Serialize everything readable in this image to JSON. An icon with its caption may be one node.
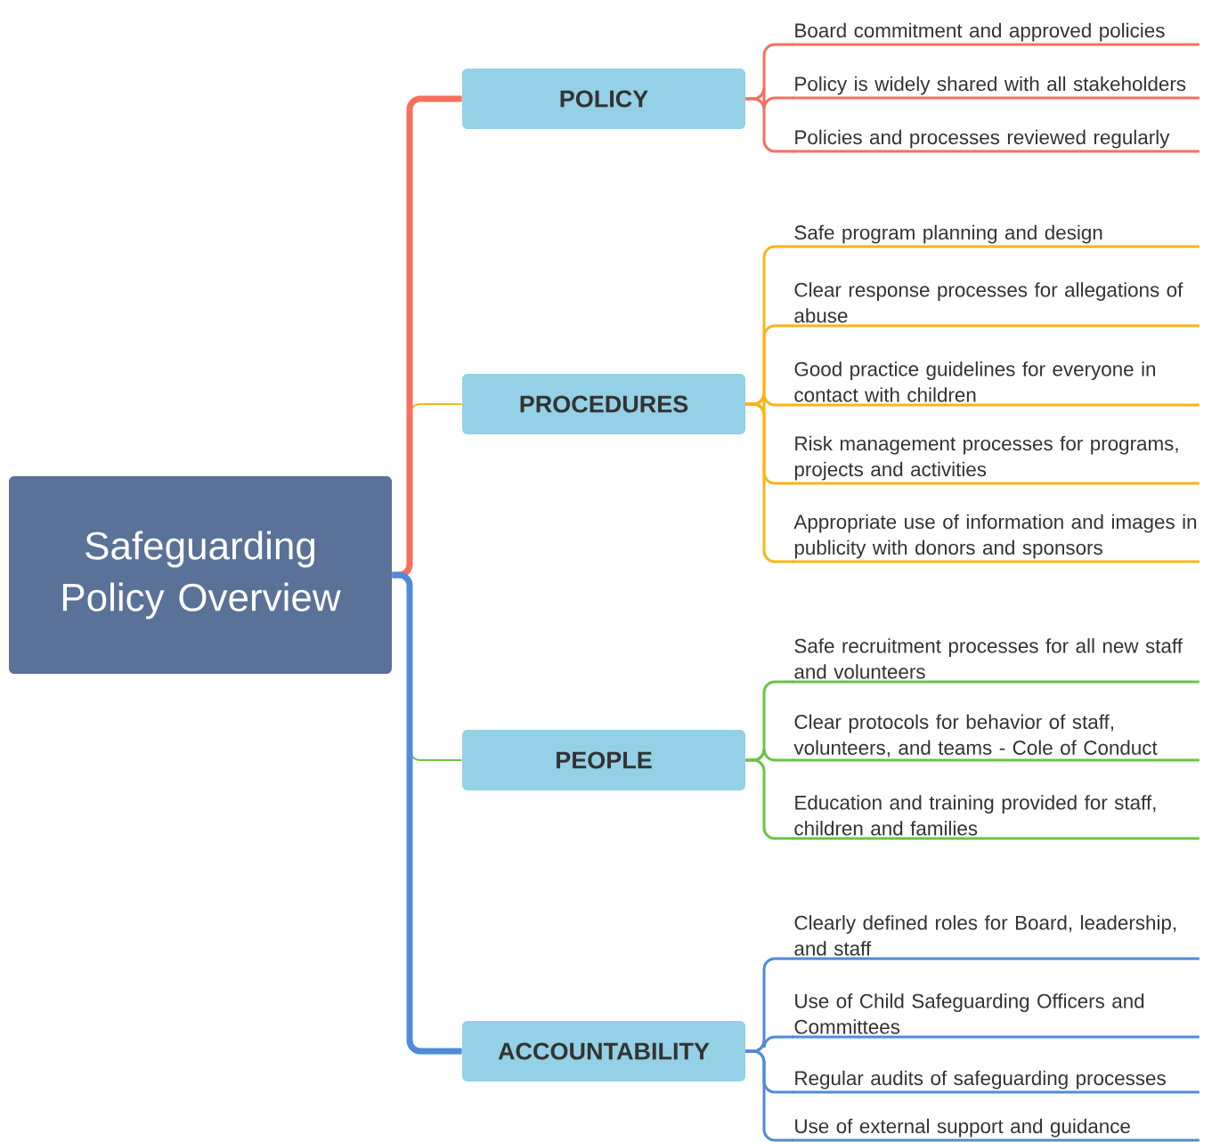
{
  "diagram": {
    "nodes": [
      {
        "text": [
          "Safeguarding Policy Overview"
        ]
      },
      {
        "text": [
          "POLICY"
        ]
      },
      {
        "text": [
          "Board commitment and approved policies"
        ]
      },
      {
        "text": [
          "Policy is widely shared with all stakeholders"
        ]
      },
      {
        "text": [
          "Policies and processes reviewed regularly"
        ]
      },
      {
        "text": [
          "PROCEDURES"
        ]
      },
      {
        "text": [
          "Safe program planning and design"
        ]
      },
      {
        "text": [
          "Clear response processes for allegations of abuse"
        ]
      },
      {
        "text": [
          "Good practice guidelines for everyone in contact with children"
        ]
      },
      {
        "text": [
          "Risk management processes for programs, projects and activities"
        ]
      },
      {
        "text": [
          "Appropriate use of information and images in publicity with donors and sponsors"
        ]
      },
      {
        "text": [
          "PEOPLE"
        ]
      },
      {
        "text": [
          "Safe recruitment processes for all new staff and volunteers"
        ]
      },
      {
        "text": [
          "Clear protocols for behavior of staff, volunteers, and teams - Cole of Conduct"
        ]
      },
      {
        "text": [
          "Education and training provided for staff, children and families"
        ]
      },
      {
        "text": [
          "ACCOUNTABILITY"
        ]
      },
      {
        "text": [
          "Clearly defined roles for Board, leadership, and staff"
        ]
      },
      {
        "text": [
          "Use of Child Safeguarding Officers and Committees"
        ]
      },
      {
        "text": [
          "Regular audits of safeguarding processes"
        ]
      },
      {
        "text": [
          "Use of external support and guidance"
        ]
      }
    ],
    "edges": [
      {
        "from": 0,
        "to": 5,
        "arrow": "none",
        "color": "#fbb416"
      },
      {
        "from": 0,
        "to": 11,
        "arrow": "none",
        "color": "#6cc24a"
      },
      {
        "from": 0,
        "to": 1,
        "arrow": "none",
        "style": "thick",
        "color": "#f7705e"
      },
      {
        "from": 0,
        "to": 15,
        "arrow": "none",
        "style": "thick",
        "color": "#4f8bd6"
      },
      {
        "from": 1,
        "to": 2,
        "arrow": "none",
        "color": "#f7705e"
      },
      {
        "from": 1,
        "to": 3,
        "arrow": "none",
        "color": "#f7705e"
      },
      {
        "from": 1,
        "to": 4,
        "arrow": "none",
        "color": "#f7705e"
      },
      {
        "from": 5,
        "to": 6,
        "arrow": "none",
        "color": "#fbb416"
      },
      {
        "from": 5,
        "to": 7,
        "arrow": "none",
        "color": "#fbb416"
      },
      {
        "from": 5,
        "to": 8,
        "arrow": "none",
        "color": "#fbb416"
      },
      {
        "from": 5,
        "to": 9,
        "arrow": "none",
        "color": "#fbb416"
      },
      {
        "from": 5,
        "to": 10,
        "arrow": "none",
        "color": "#fbb416"
      },
      {
        "from": 11,
        "to": 12,
        "arrow": "none",
        "color": "#6cc24a"
      },
      {
        "from": 11,
        "to": 13,
        "arrow": "none",
        "color": "#6cc24a"
      },
      {
        "from": 11,
        "to": 14,
        "arrow": "none",
        "color": "#6cc24a"
      },
      {
        "from": 15,
        "to": 16,
        "arrow": "none",
        "color": "#4f8bd6"
      },
      {
        "from": 15,
        "to": 17,
        "arrow": "none",
        "color": "#4f8bd6"
      },
      {
        "from": 15,
        "to": 18,
        "arrow": "none",
        "color": "#4f8bd6"
      },
      {
        "from": 15,
        "to": 19,
        "arrow": "none",
        "color": "#4f8bd6"
      }
    ]
  }
}
